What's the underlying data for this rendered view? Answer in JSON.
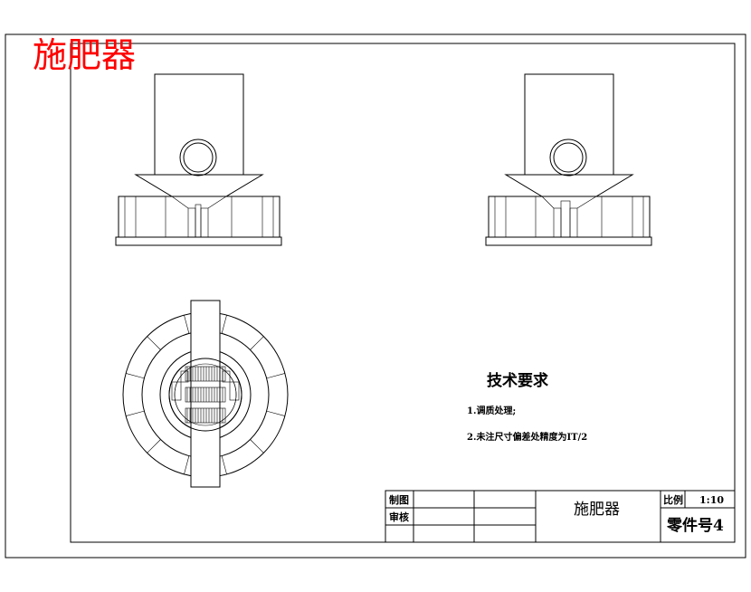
{
  "stamp_title": "施肥器",
  "tech": {
    "title": "技术要求",
    "item1": "1.调质处理;",
    "item2": "2.未注尺寸偏差处精度为IT/2"
  },
  "titleblock": {
    "draw_label": "制图",
    "check_label": "审核",
    "part_name": "施肥器",
    "scale_label": "比例",
    "scale_value": "1:10",
    "part_number": "零件号4"
  }
}
